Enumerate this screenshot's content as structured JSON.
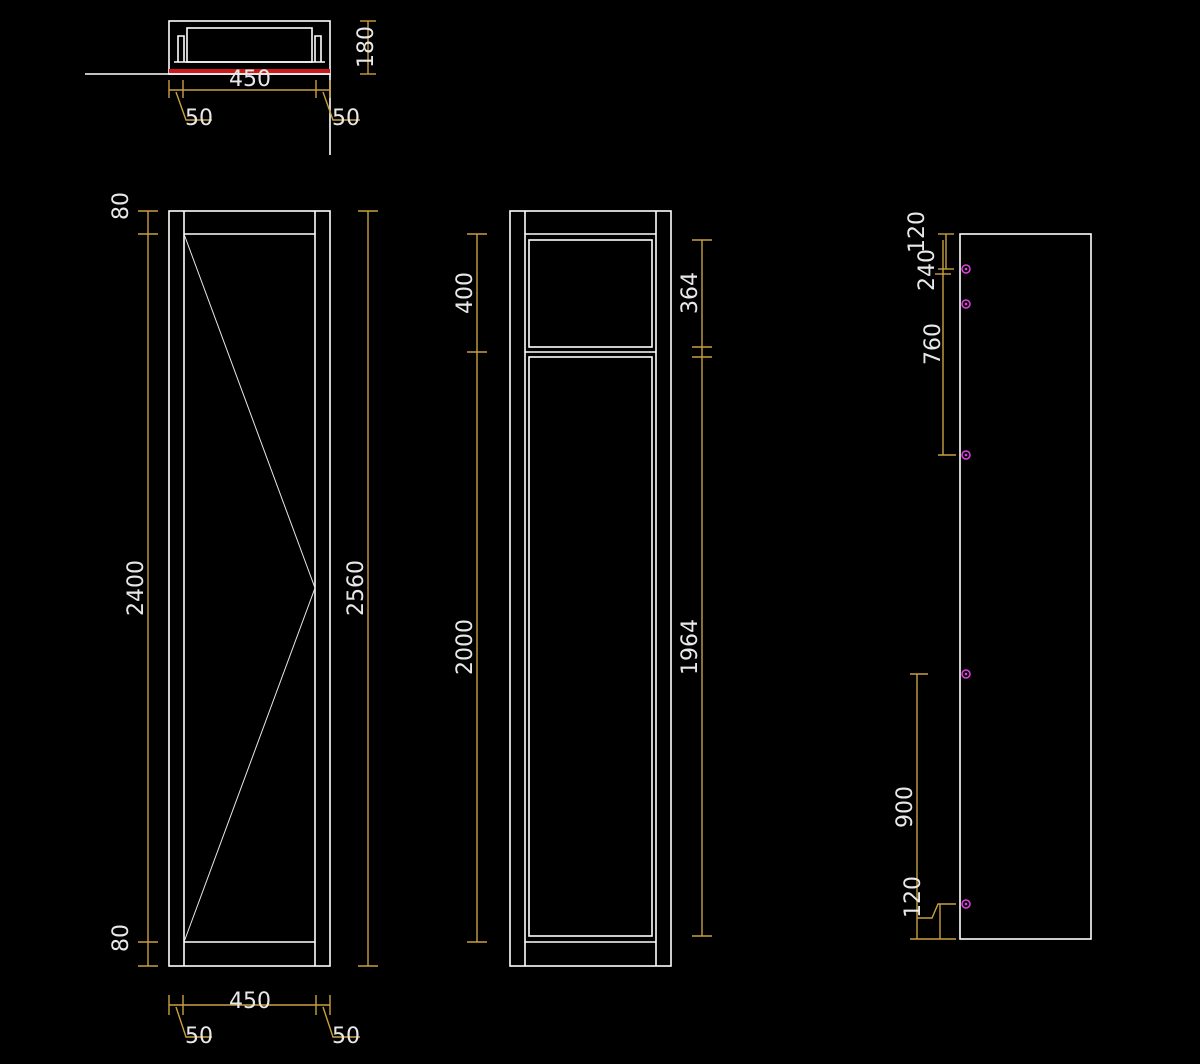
{
  "colors": {
    "background": "#000000",
    "geometry": "#ffffff",
    "dimension_line": "#c8a040",
    "dimension_text": "#e8e8e8",
    "section_cut": "#cc1a1a",
    "hinge_marker": "#e040e0"
  },
  "top_view": {
    "width_label": "450",
    "depth_label": "180",
    "left_offset_label": "50",
    "right_offset_label": "50"
  },
  "front_elevation": {
    "top_rail_label": "80",
    "inner_height_label": "2400",
    "bottom_rail_label": "80",
    "overall_height_label": "2560",
    "width_label": "450",
    "left_offset_label": "50",
    "right_offset_label": "50"
  },
  "panel_elevation": {
    "upper_panel_label": "400",
    "lower_panel_label": "2000",
    "upper_glass_label": "364",
    "lower_glass_label": "1964"
  },
  "side_elevation": {
    "top_offset_label": "120",
    "hinge_spacing_label": "240",
    "middle_spacing_label": "760",
    "lower_spacing_label": "900",
    "bottom_offset_label": "120",
    "hinge_count": 5
  }
}
